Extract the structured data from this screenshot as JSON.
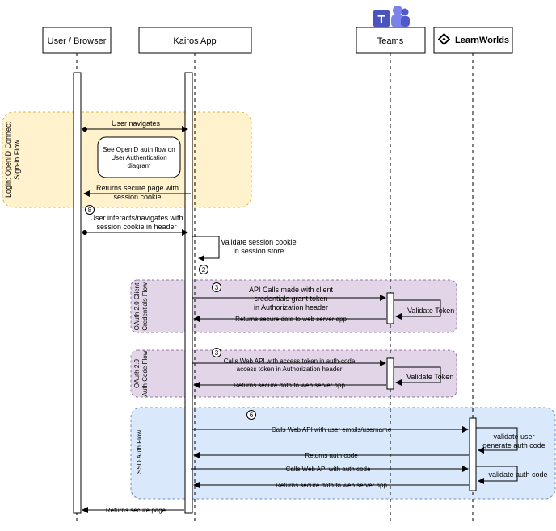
{
  "participants": {
    "user": "User / Browser",
    "app": "Kairos App",
    "teams": "Teams",
    "learnworlds": "LearnWorlds"
  },
  "groups": {
    "login": "Login: OpenID Connect Sign-in Flow",
    "oauth_client": "OAuth 2.0 Client Credentials Flow",
    "oauth_code": "OAuth 2.0 Auth Code Flow",
    "sso": "SSO Auth Flow"
  },
  "messages": {
    "user_navigates": "User navigates",
    "see_openid": "See OpenID auth flow on User Authentication diagram",
    "returns_secure_page_cookie": "Returns secure page with session cookie",
    "user_interacts": "User interacts/navigates with session cookie in header",
    "validate_session": "Validate session cookie in session store",
    "api_calls_client": "API Calls made with client credentials grant token in Authorization header",
    "validate_token_1": "Validate Token",
    "returns_secure_data_1": "Returns secure data to web server app",
    "calls_web_api_auth_code": "Calls Web API with access token in auth-code access token in Authorization header",
    "validate_token_2": "Validate Token",
    "returns_secure_data_2": "Returns secure data to web server app",
    "calls_web_api_emails": "Calls Web API with user emails/username",
    "validate_user": "validate user generate auth code",
    "returns_auth_code": "Returns auth code",
    "calls_web_api_with_code": "Calls Web API with auth code",
    "validate_auth_code": "validate auth code",
    "returns_secure_data_3": "Returns secure data to web server app",
    "returns_secure_page": "Returns secure page"
  },
  "step_numbers": {
    "s1": "8",
    "s2": "2",
    "s3": "3",
    "s4": "3",
    "s5": "6"
  },
  "colors": {
    "login_fill": "#FFF2CC",
    "login_stroke": "#D6B656",
    "oauth_fill": "#E1D5E7",
    "oauth_stroke": "#9673A6",
    "sso_fill": "#DAE8FC",
    "sso_stroke": "#6C8EBF",
    "teams_purple": "#5059C9"
  },
  "icons": {
    "teams": "teams-logo-icon",
    "learnworlds": "learnworlds-logo-icon"
  }
}
